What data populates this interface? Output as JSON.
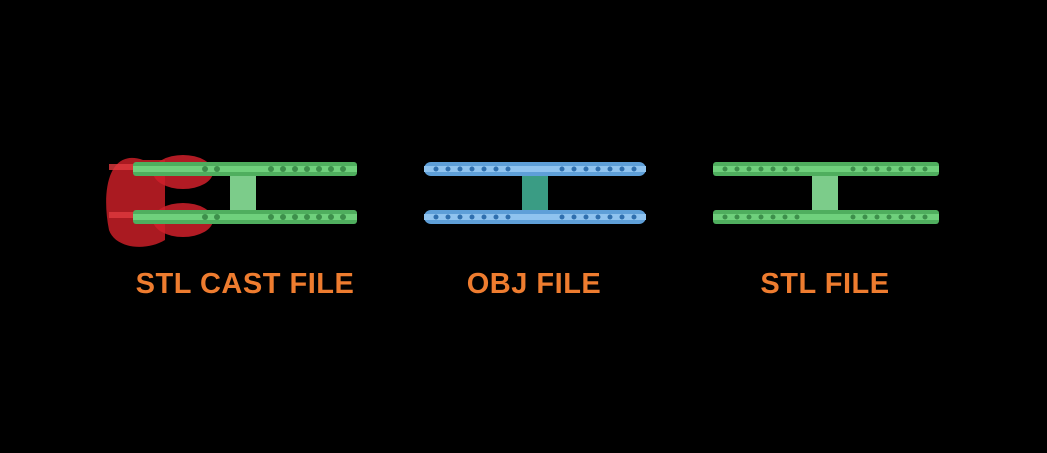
{
  "panels": [
    {
      "caption": "STL CAST FILE",
      "model": "ring-pair-with-sprue",
      "color": "#5fc26f",
      "sprue_color": "#d0202a"
    },
    {
      "caption": "OBJ FILE",
      "model": "ring-pair",
      "color": "#79b4e8"
    },
    {
      "caption": "STL FILE",
      "model": "ring-pair",
      "color": "#5fc26f"
    }
  ],
  "colors": {
    "background": "#000000",
    "caption": "#ee7c2f",
    "stem_green": "#7ccc8a",
    "stem_teal": "#3a9c84"
  }
}
